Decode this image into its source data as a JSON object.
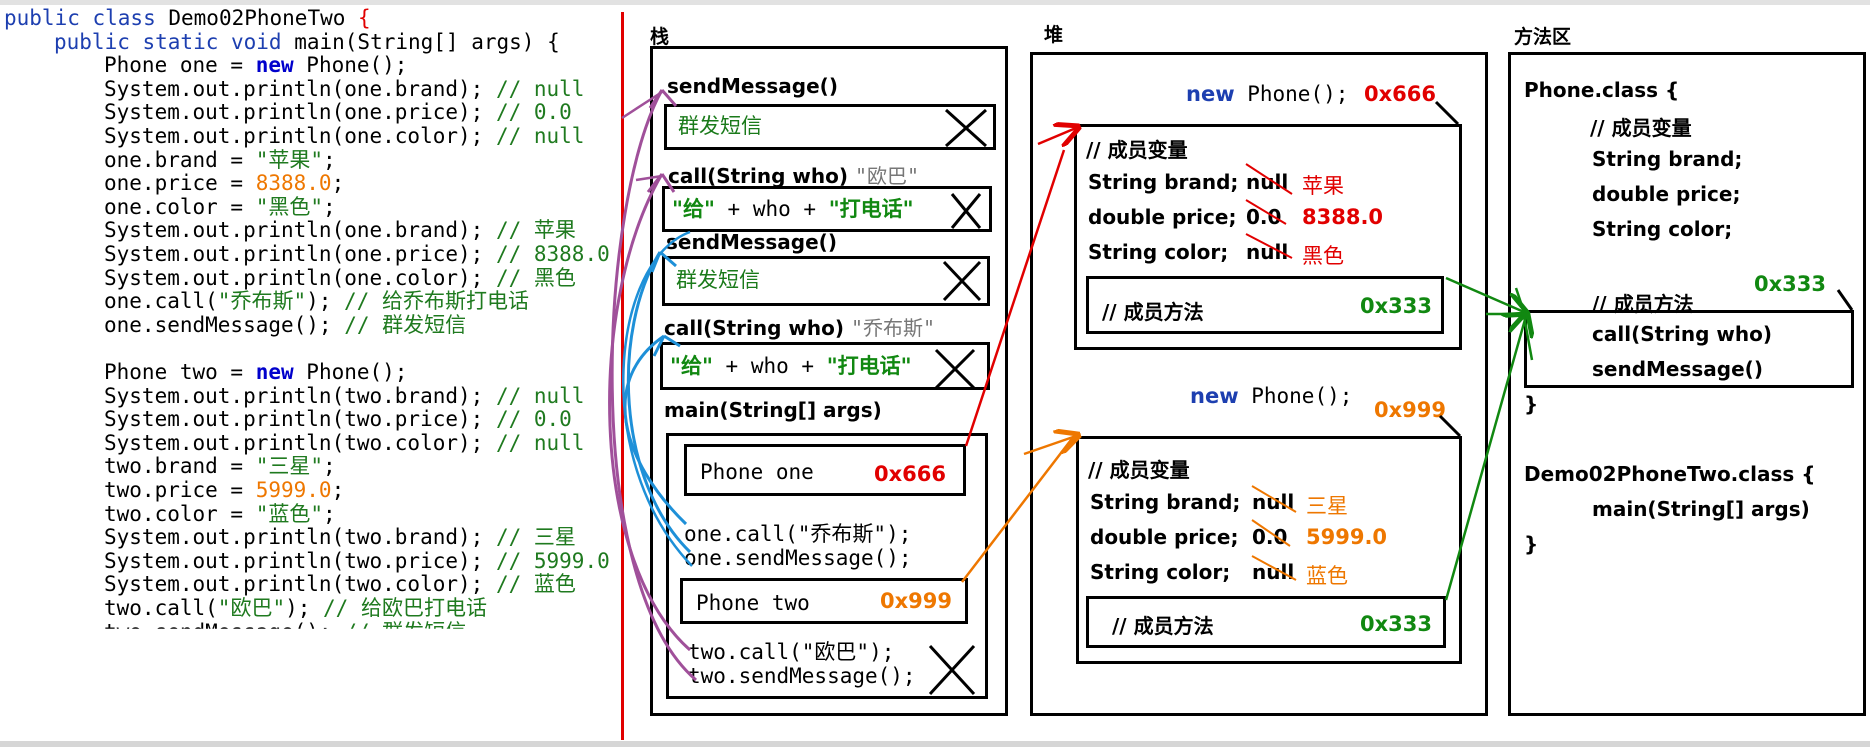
{
  "code": {
    "lines": [
      {
        "indent": 0,
        "segs": [
          {
            "t": "public class ",
            "c": "kw"
          },
          {
            "t": "Demo02PhoneTwo "
          },
          {
            "t": "{",
            "c": "red"
          }
        ]
      },
      {
        "indent": 1,
        "segs": [
          {
            "t": "public static void ",
            "c": "kw"
          },
          {
            "t": "main(String[] args) {"
          }
        ]
      },
      {
        "indent": 2,
        "segs": [
          {
            "t": "Phone one = "
          },
          {
            "t": "new",
            "c": "kwb"
          },
          {
            "t": " Phone();"
          }
        ]
      },
      {
        "indent": 2,
        "segs": [
          {
            "t": "System.out.println(one.brand); "
          },
          {
            "t": "// null",
            "c": "cm"
          }
        ]
      },
      {
        "indent": 2,
        "segs": [
          {
            "t": "System.out.println(one.price); "
          },
          {
            "t": "// 0.0",
            "c": "cm"
          }
        ]
      },
      {
        "indent": 2,
        "segs": [
          {
            "t": "System.out.println(one.color); "
          },
          {
            "t": "// null",
            "c": "cm"
          }
        ]
      },
      {
        "indent": 2,
        "segs": [
          {
            "t": "one.brand = "
          },
          {
            "t": "\"苹果\"",
            "c": "str"
          },
          {
            "t": ";"
          }
        ]
      },
      {
        "indent": 2,
        "segs": [
          {
            "t": "one.price = "
          },
          {
            "t": "8388.0",
            "c": "num"
          },
          {
            "t": ";"
          }
        ]
      },
      {
        "indent": 2,
        "segs": [
          {
            "t": "one.color = "
          },
          {
            "t": "\"黑色\"",
            "c": "str"
          },
          {
            "t": ";"
          }
        ]
      },
      {
        "indent": 2,
        "segs": [
          {
            "t": "System.out.println(one.brand); "
          },
          {
            "t": "// 苹果",
            "c": "cm"
          }
        ]
      },
      {
        "indent": 2,
        "segs": [
          {
            "t": "System.out.println(one.price); "
          },
          {
            "t": "// 8388.0",
            "c": "cm"
          }
        ]
      },
      {
        "indent": 2,
        "segs": [
          {
            "t": "System.out.println(one.color); "
          },
          {
            "t": "// 黑色",
            "c": "cm"
          }
        ]
      },
      {
        "indent": 2,
        "segs": [
          {
            "t": "one.call("
          },
          {
            "t": "\"乔布斯\"",
            "c": "str"
          },
          {
            "t": "); "
          },
          {
            "t": "// 给乔布斯打电话",
            "c": "cm"
          }
        ]
      },
      {
        "indent": 2,
        "segs": [
          {
            "t": "one.sendMessage(); "
          },
          {
            "t": "// 群发短信",
            "c": "cm"
          }
        ]
      },
      {
        "indent": 2,
        "segs": []
      },
      {
        "indent": 2,
        "segs": [
          {
            "t": "Phone two = "
          },
          {
            "t": "new",
            "c": "kwb"
          },
          {
            "t": " Phone();"
          }
        ]
      },
      {
        "indent": 2,
        "segs": [
          {
            "t": "System.out.println(two.brand); "
          },
          {
            "t": "// null",
            "c": "cm"
          }
        ]
      },
      {
        "indent": 2,
        "segs": [
          {
            "t": "System.out.println(two.price); "
          },
          {
            "t": "// 0.0",
            "c": "cm"
          }
        ]
      },
      {
        "indent": 2,
        "segs": [
          {
            "t": "System.out.println(two.color); "
          },
          {
            "t": "// null",
            "c": "cm"
          }
        ]
      },
      {
        "indent": 2,
        "segs": [
          {
            "t": "two.brand = "
          },
          {
            "t": "\"三星\"",
            "c": "str"
          },
          {
            "t": ";"
          }
        ]
      },
      {
        "indent": 2,
        "segs": [
          {
            "t": "two.price = "
          },
          {
            "t": "5999.0",
            "c": "num"
          },
          {
            "t": ";"
          }
        ]
      },
      {
        "indent": 2,
        "segs": [
          {
            "t": "two.color = "
          },
          {
            "t": "\"蓝色\"",
            "c": "str"
          },
          {
            "t": ";"
          }
        ]
      },
      {
        "indent": 2,
        "segs": [
          {
            "t": "System.out.println(two.brand); "
          },
          {
            "t": "// 三星",
            "c": "cm"
          }
        ]
      },
      {
        "indent": 2,
        "segs": [
          {
            "t": "System.out.println(two.price); "
          },
          {
            "t": "// 5999.0",
            "c": "cm"
          }
        ]
      },
      {
        "indent": 2,
        "segs": [
          {
            "t": "System.out.println(two.color); "
          },
          {
            "t": "// 蓝色",
            "c": "cm"
          }
        ]
      },
      {
        "indent": 2,
        "segs": [
          {
            "t": "two.call("
          },
          {
            "t": "\"欧巴\"",
            "c": "str"
          },
          {
            "t": "); "
          },
          {
            "t": "// 给欧巴打电话",
            "c": "cm"
          }
        ]
      },
      {
        "indent": 2,
        "segs": [
          {
            "t": "two.sendMessage(); "
          },
          {
            "t": "// 群发短信",
            "c": "cm"
          }
        ],
        "partial": true
      }
    ]
  },
  "regions": {
    "stack": "栈",
    "heap": "堆",
    "method_area": "方法区"
  },
  "stack": {
    "frame1_title": "sendMessage()",
    "frame1_body": "群发短信",
    "frame2_title": "call(String who)",
    "frame2_arg": "\"欧巴\"",
    "frame2_body": {
      "s1": "\"给\"",
      "op1": " + who + ",
      "s2": "\"打电话\""
    },
    "frame3_title": "sendMessage()",
    "frame3_body": "群发短信",
    "frame4_title": "call(String who)",
    "frame4_arg": "\"乔布斯\"",
    "frame4_body": {
      "s1": "\"给\"",
      "op1": " + who + ",
      "s2": "\"打电话\""
    },
    "main_title": "main(String[] args)",
    "phone_one_label": "Phone one",
    "phone_one_addr": "0x666",
    "one_call": "one.call(\"乔布斯\");",
    "one_send": "one.sendMessage();",
    "phone_two_label": "Phone two",
    "phone_two_addr": "0x999",
    "two_call": "two.call(\"欧巴\");",
    "two_send": "two.sendMessage();"
  },
  "heap": {
    "obj1": {
      "new_kw": "new",
      "new_rest": " Phone();",
      "addr": "0x666",
      "members_comment": "// 成员变量",
      "brand_label": "String brand;",
      "brand_old": "null",
      "brand_new": "苹果",
      "price_label": "double price;",
      "price_old": "0.0",
      "price_new": "8388.0",
      "color_label": "String color;",
      "color_old": "null",
      "color_new": "黑色",
      "methods_comment": "// 成员方法",
      "methods_addr": "0x333"
    },
    "obj2": {
      "new_kw": "new",
      "new_rest": " Phone();",
      "addr": "0x999",
      "members_comment": "// 成员变量",
      "brand_label": "String brand;",
      "brand_old": "null",
      "brand_new": "三星",
      "price_label": "double price;",
      "price_old": "0.0",
      "price_new": "5999.0",
      "color_label": "String color;",
      "color_old": "null",
      "color_new": "蓝色",
      "methods_comment": "// 成员方法",
      "methods_addr": "0x333"
    }
  },
  "method_area": {
    "phone_class": "Phone.class {",
    "members_comment": "// 成员变量",
    "f1": "String brand;",
    "f2": "double price;",
    "f3": "String color;",
    "methods_comment": "// 成员方法",
    "methods_addr": "0x333",
    "m1": "call(String who)",
    "m2": "sendMessage()",
    "close1": "}",
    "demo_class": "Demo02PhoneTwo.class {",
    "demo_main": "main(String[] args)",
    "close2": "}"
  },
  "colors": {
    "red": "#e10000",
    "orange": "#ee7700",
    "green": "#118811",
    "blue_arrow": "#1e90d8",
    "purple_arrow": "#a0509a",
    "keyword_blue": "#1d3fb0"
  }
}
